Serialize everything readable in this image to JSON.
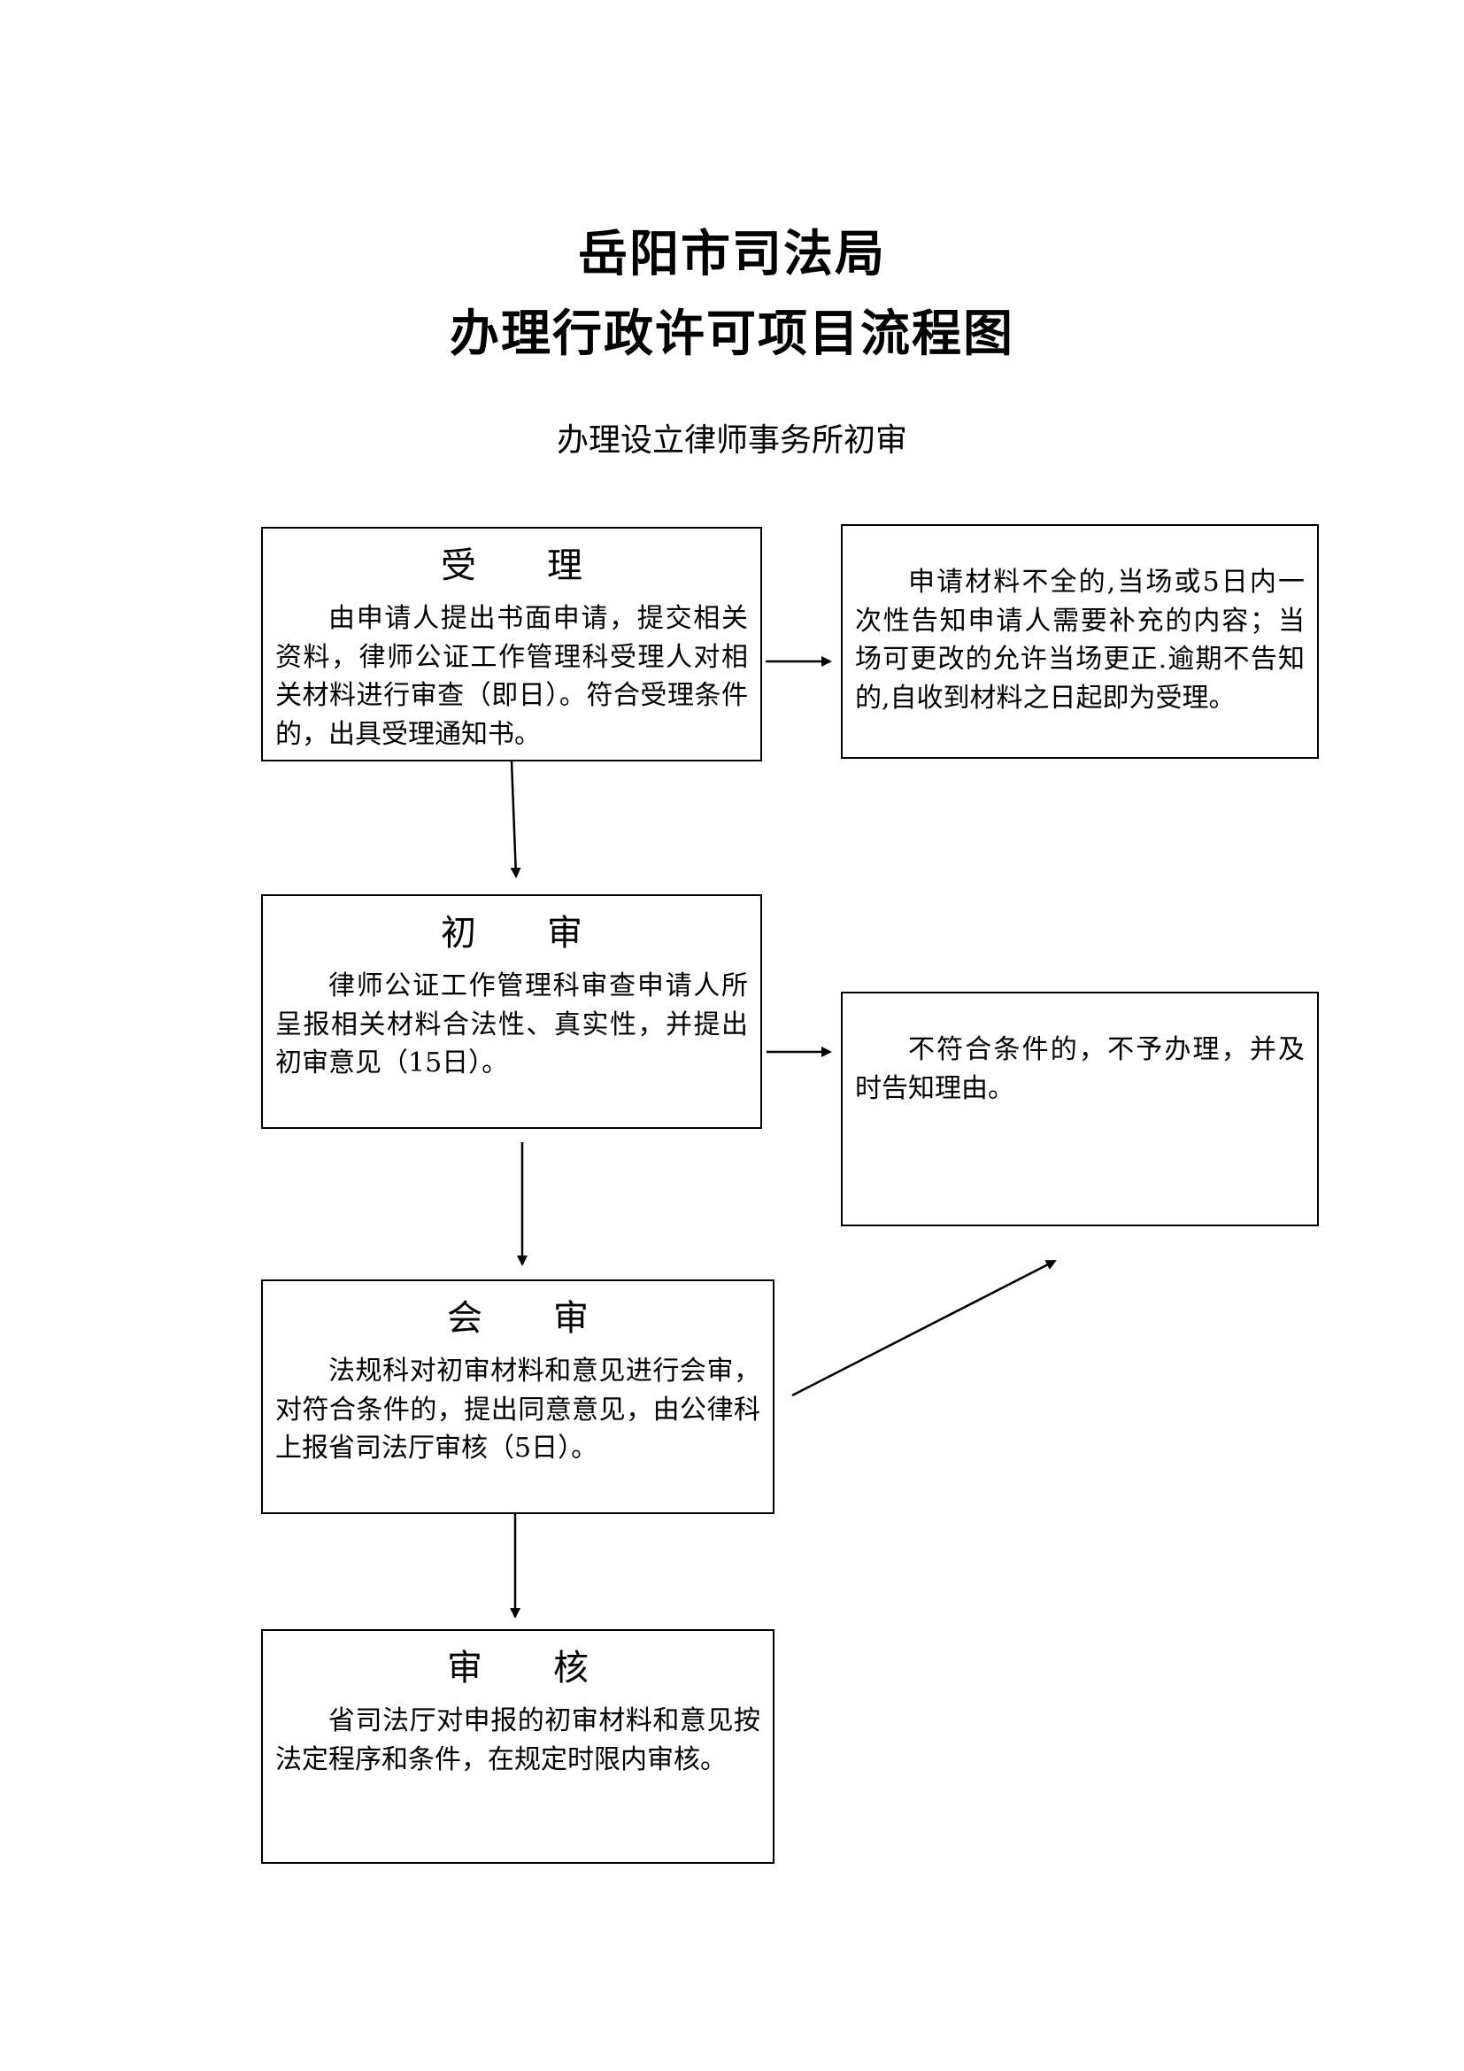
{
  "header": {
    "title_line1": "岳阳市司法局",
    "title_line2": "办理行政许可项目流程图",
    "subtitle": "办理设立律师事务所初审"
  },
  "steps": {
    "accept": {
      "title": "受　　理",
      "body": "由申请人提出书面申请，提交相关资料，律师公证工作管理科受理人对相关材料进行审查（即日）。符合受理条件的，出具受理通知书。"
    },
    "initial_review": {
      "title": "初　　审",
      "body": "律师公证工作管理科审查申请人所呈报相关材料合法性、真实性，并提出初审意见（15日）。"
    },
    "joint_review": {
      "title": "会　　审",
      "body": "法规科对初审材料和意见进行会审，对符合条件的，提出同意意见，由公律科上报省司法厅审核（5日）。"
    },
    "final_review": {
      "title": "审　　核",
      "body": "省司法厅对申报的初审材料和意见按法定程序和条件，在规定时限内审核。"
    }
  },
  "notes": {
    "incomplete": "申请材料不全的,当场或5日内一次性告知申请人需要补充的内容；当场可更改的允许当场更正.逾期不告知的,自收到材料之日起即为受理。",
    "reject": "不符合条件的，不予办理，并及时告知理由。"
  },
  "colors": {
    "line": "#000000",
    "background": "#ffffff"
  }
}
